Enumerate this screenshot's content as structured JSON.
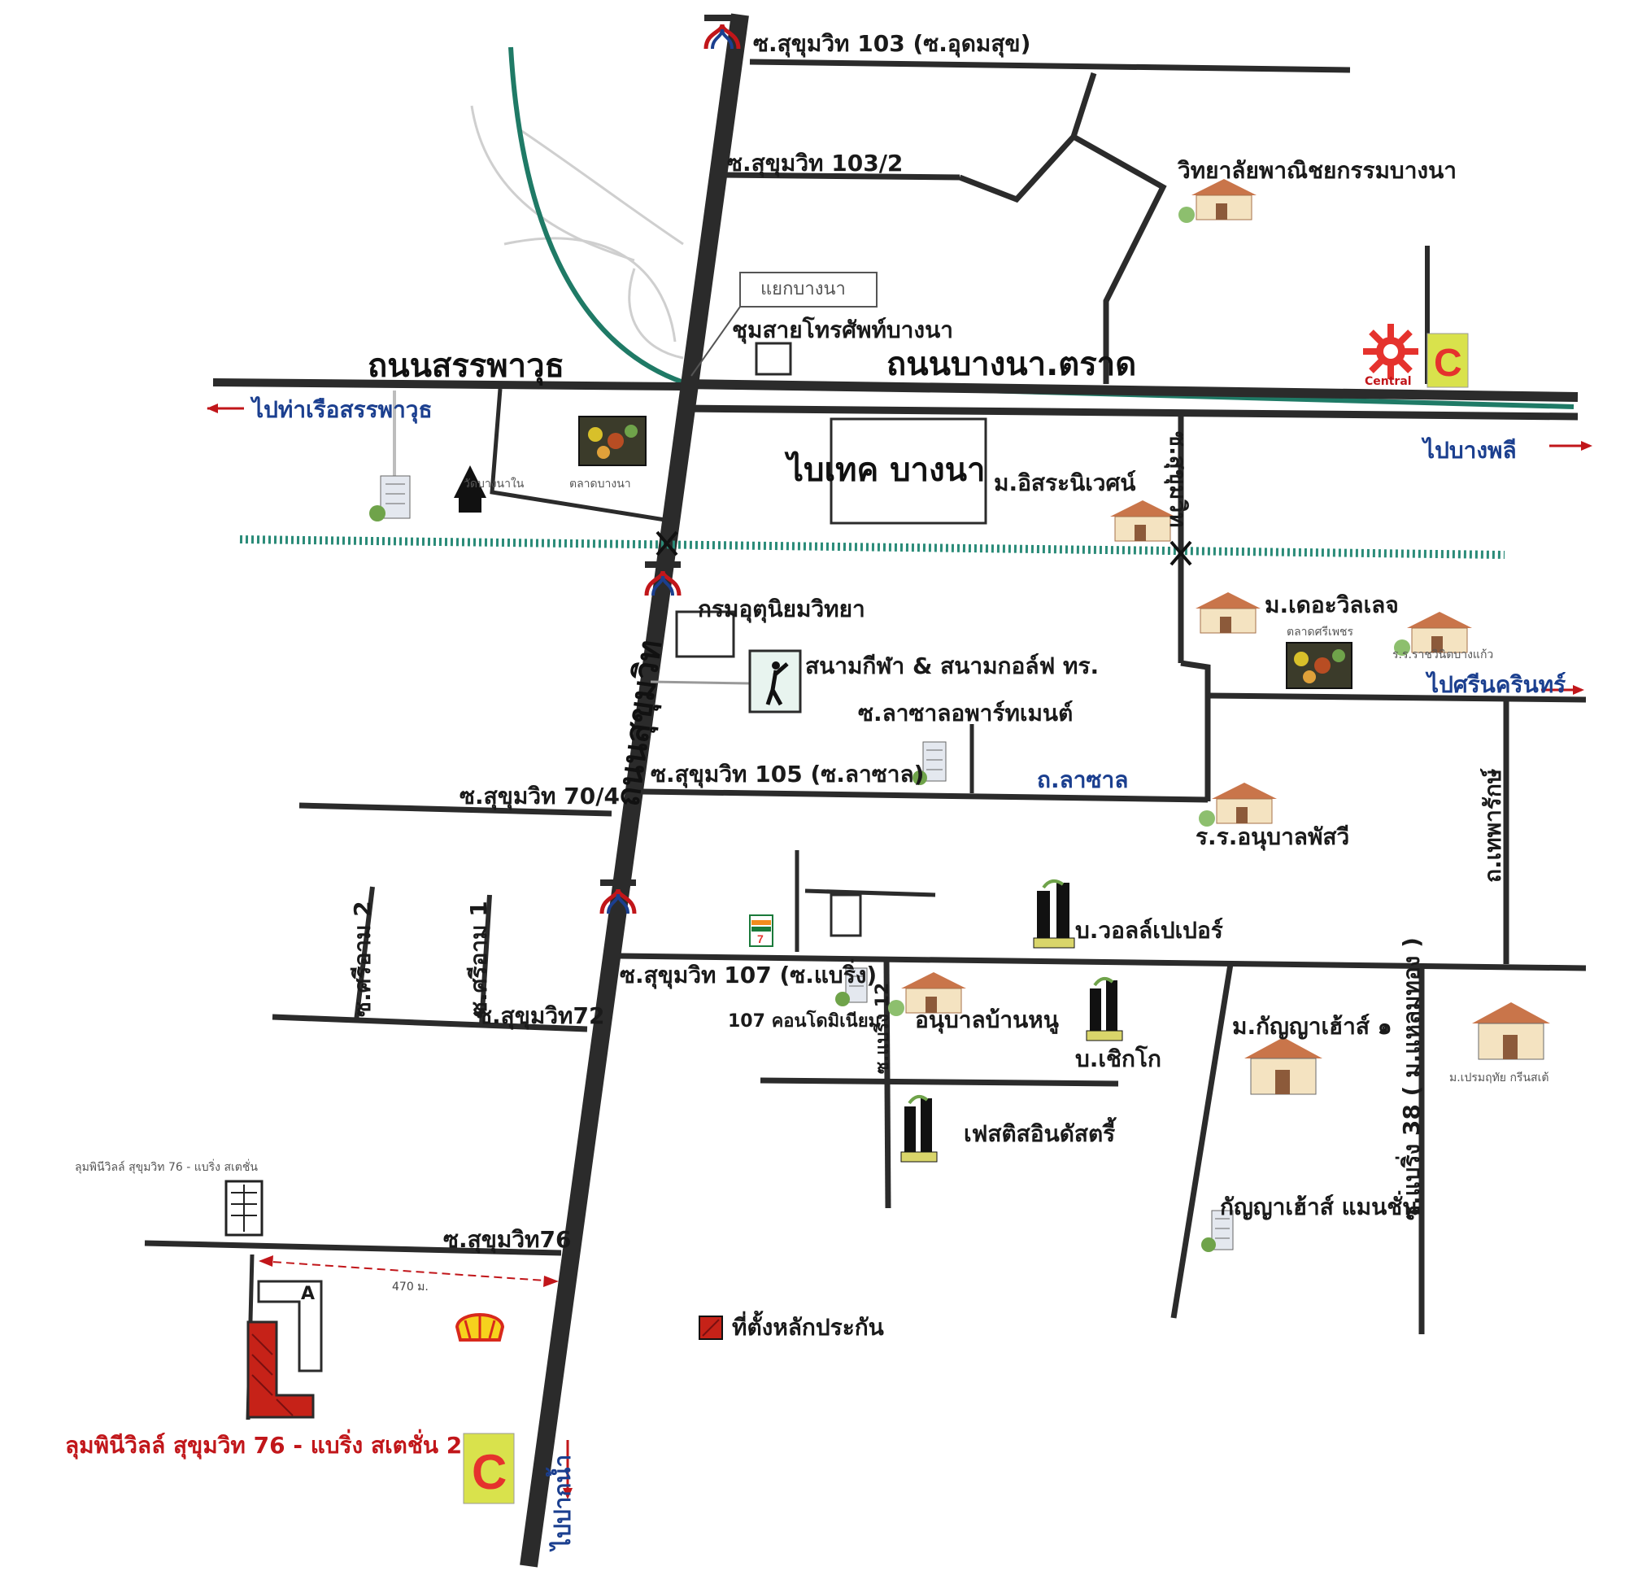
{
  "roads": {
    "sukhumvit": "ถนนสุขุมวิท",
    "sanphawut": "ถนนสรรพาวุธ",
    "bangna_trat": "ถนนบางนา.ตราด",
    "soi_103": "ซ.สุขุมวิท 103 (ซ.อุดมสุข)",
    "soi_103_2": "ซ.สุขุมวิท 103/2",
    "soi_105": "ซ.สุขุมวิท 105 (ซ.ลาซาล)",
    "soi_70_4": "ซ.สุขุมวิท 70/4",
    "soi_72": "ซ.สุขุมวิท72",
    "soi_76": "ซ.สุขุมวิท76",
    "soi_107": "ซ.สุขุมวิท 107 (ซ.แบริ่ง)",
    "si_iam_2": "ซ.ศรีอาม 2",
    "si_iam_1": "ซ.ศรีอาม 1",
    "lasalle_apartment": "ซ.ลาซาลอพาร์ทเมนต์",
    "lasalle_road": "ถ.ลาซาล",
    "bearing_12": "ซ.แบริ่ง 12",
    "bearing_38": "ซ.แบริ่ง 38 ( ม.แหลมทอง )",
    "thepharak": "ถ.เทพารักษ์",
    "sukhumvit_103_side": "ซ.สุขุมวิท"
  },
  "directions": {
    "to_sanphawut_pier": "ไปท่าเรือสรรพาวุธ",
    "to_bang_phli": "ไปบางพลี",
    "to_srinakarin": "ไปศรีนครินทร์",
    "to_paknam": "ไปปากน้ำ"
  },
  "places": {
    "bangna_intersection": "แยกบางนา",
    "telephone_exchange": "ชุมสายโทรศัพท์บางนา",
    "bitec": "ไบเทค บางนา",
    "isara_niwet": "ม.อิสระนิเวศน์",
    "commerce_college": "วิทยาลัยพาณิชยกรรมบางนา",
    "met_dept": "กรมอุตุนิยมวิทยา",
    "golf": "สนามกีฬา & สนามกอล์ฟ ทร.",
    "the_village": "ม.เดอะวิลเลจ",
    "anuban_phatsi": "ร.ร.อนุบาลพัสวี",
    "wall_paper": "บ.วอลล์เปเปอร์",
    "condo_107": "107 คอนโดมิเนียม",
    "anuban_banhnu": "อนุบาลบ้านหนู",
    "chicko": "บ.เชิกโก",
    "fiesta": "เฟสติสอินดัสตรี้",
    "kanyarat_village": "ม.กัญญาเฮ้าส์ ๑",
    "kanyarat_mansion": "กัญญาเฮ้าส์ แมนชั่น",
    "lumpini_label": "ลุมพินีวิลล์ สุขุมวิท 76 - แบริ่ง สเตชั่น 2",
    "lumpini_small": "ลุมพินีวิลล์ สุขุมวิท 76 - แบริ่ง สเตชั่น",
    "collateral": "ที่ตั้งหลักประกัน",
    "distance": "470 ม.",
    "block_a": "A",
    "market_bangna": "ตลาดบางนา",
    "wat_bangna": "วัดบางนาใน",
    "market_right": "ตลาดศรีเพชร",
    "school_right": "ร.ร.ราชวินิตบางแก้ว",
    "baan_right": "ม.เปรมฤทัย กรีนสเต้",
    "central_brand": "Central",
    "bigc_brand": "C",
    "seven_brand": "7"
  },
  "colors": {
    "road_main": "#333333",
    "expressway": "#1f7a66",
    "collateral": "#c62218",
    "label_blue": "#1b3f8f",
    "label_red": "#c1161a"
  }
}
